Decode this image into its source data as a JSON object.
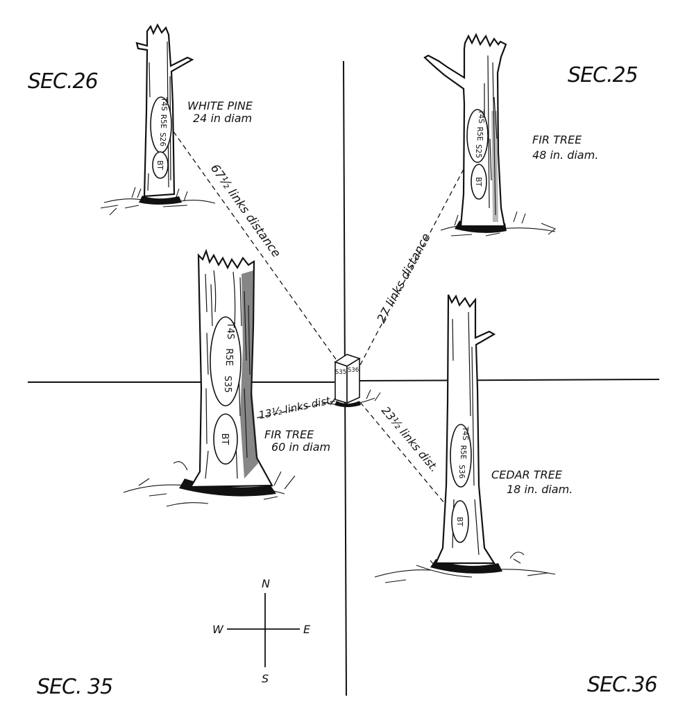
{
  "sections": {
    "nw": "SEC.26",
    "ne": "SEC.25",
    "sw": "SEC. 35",
    "se": "SEC.36"
  },
  "trees": {
    "white_pine": {
      "species": "WHITE PINE",
      "diameter": "24 in diam",
      "distance": "67½ links distance",
      "blaze": [
        "T4S",
        "R5E",
        "S26"
      ],
      "bt": "BT"
    },
    "fir_ne": {
      "species": "FIR TREE",
      "diameter": "48 in. diam.",
      "distance": "27 links distance",
      "blaze": [
        "T4S",
        "R5E",
        "S25"
      ],
      "bt": "BT"
    },
    "fir_sw": {
      "species": "FIR TREE",
      "diameter": "60 in diam",
      "distance": "13½ links dist.",
      "blaze": [
        "T4S",
        "R5E",
        "S35"
      ],
      "bt": "BT"
    },
    "cedar": {
      "species": "CEDAR TREE",
      "diameter": "18 in. diam.",
      "distance": "23½ links dist.",
      "blaze": [
        "T4S",
        "R5E",
        "S36"
      ],
      "bt": "BT"
    }
  },
  "corner_post": {
    "left_face": "S35",
    "right_face": "S36"
  },
  "compass": {
    "n": "N",
    "s": "S",
    "e": "E",
    "w": "W"
  }
}
